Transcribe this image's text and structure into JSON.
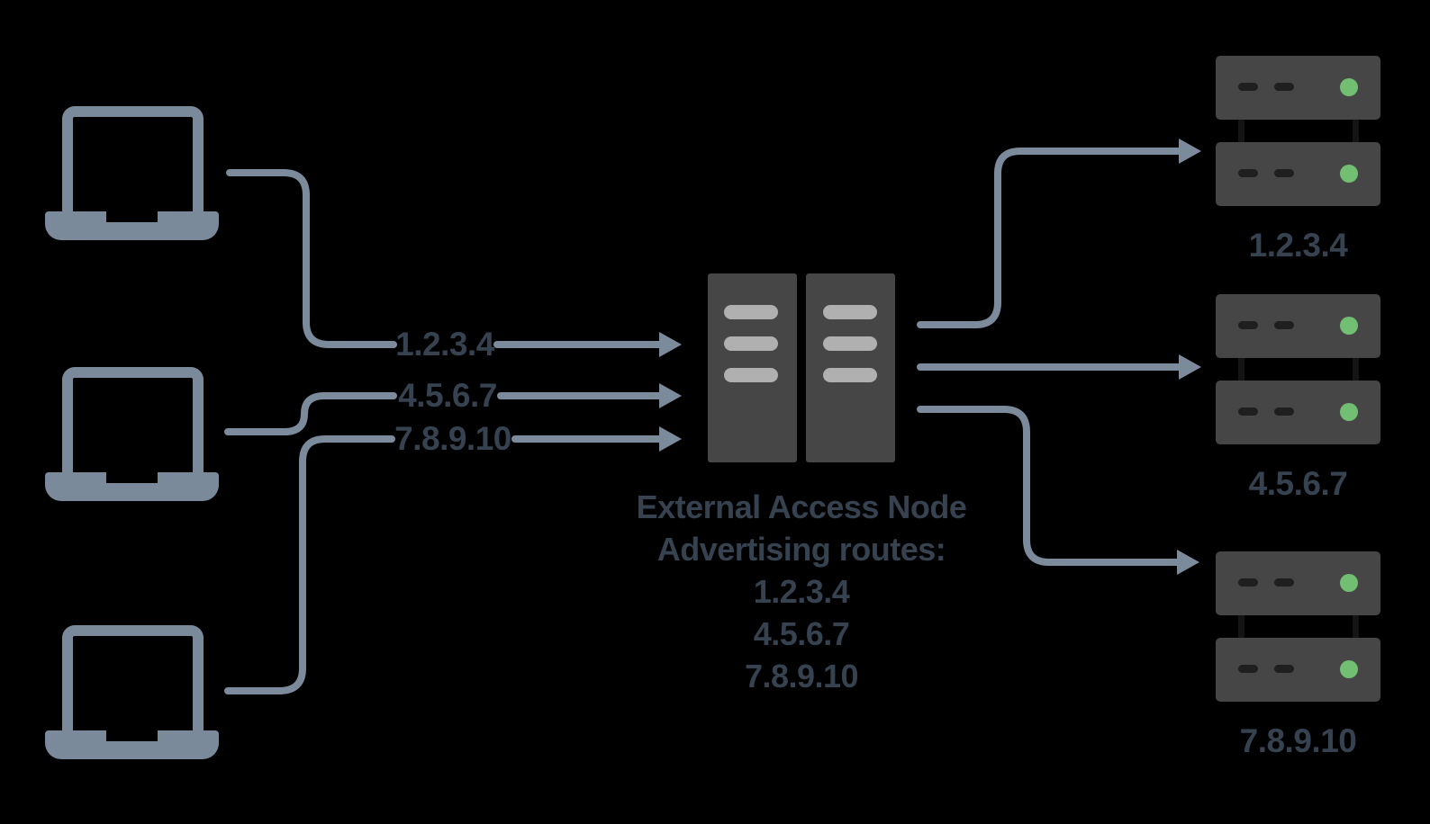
{
  "colors": {
    "background": "#000000",
    "line": "#7c8b9b",
    "device": "#7b8a9a",
    "label-text": "#36424f",
    "rack-body": "#464646",
    "rack-detail": "#1f1f1f",
    "rack-link": "#141414",
    "led-green": "#72bf73",
    "node-bar": "#b0b0b0"
  },
  "icons": {
    "laptop": "laptop-icon (css shape)",
    "access_node": "dual-server-tower-icon (css shape)",
    "server": "server-rack-icon (css shape)",
    "arrow": "arrow-right-icon (svg triangle)",
    "led": "status-led-icon (green circle)"
  },
  "flows": [
    {
      "label": "1.2.3.4"
    },
    {
      "label": "4.5.6.7"
    },
    {
      "label": "7.8.9.10"
    }
  ],
  "node": {
    "title": "External Access Node",
    "subtitle": "Advertising routes:",
    "routes": [
      "1.2.3.4",
      "4.5.6.7",
      "7.8.9.10"
    ]
  },
  "servers": [
    {
      "label": "1.2.3.4"
    },
    {
      "label": "4.5.6.7"
    },
    {
      "label": "7.8.9.10"
    }
  ]
}
